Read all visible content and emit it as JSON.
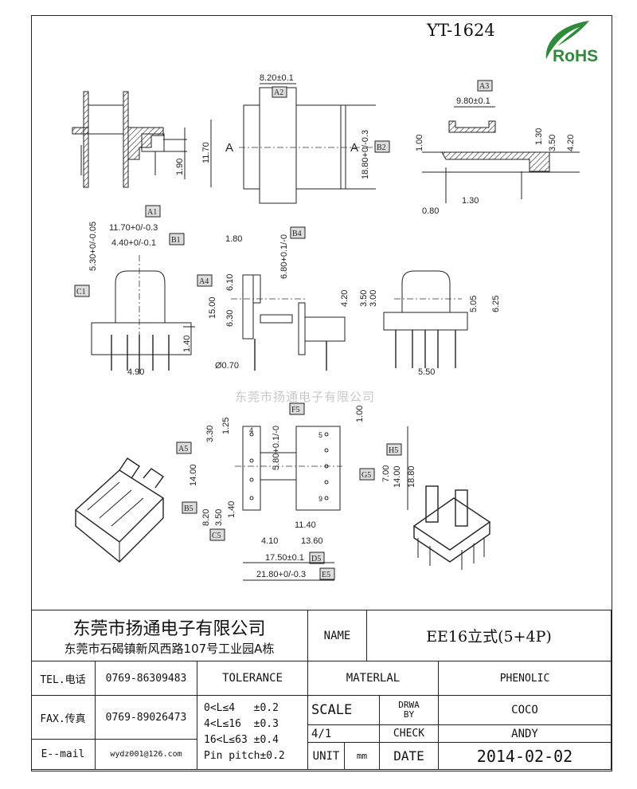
{
  "header": {
    "part_number": "YT-1624",
    "logo_text": "RoHS",
    "watermark": "东莞市扬通电子有限公司"
  },
  "drawing": {
    "view1": {
      "dim_h": "1.90"
    },
    "view2": {
      "width": "8.20±0.1",
      "tag": "A2",
      "height_inner": "11.70",
      "height_outer": "18.80+0/-0.3",
      "tag2": "B2",
      "section_left": "A",
      "section_right": "A"
    },
    "view3": {
      "tag": "A3",
      "width": "9.80±0.1",
      "d1": "1.00",
      "d2": "1.30",
      "d3": "3.50",
      "d4": "4.20",
      "d5": "1.30",
      "d6": "0.80"
    },
    "view4": {
      "tag": "A1",
      "width": "11.70+0/-0.3",
      "inner": "4.40+0/-0.1",
      "tag2": "B1",
      "height": "5.30+0/-0.05",
      "tag3": "C1",
      "pin_h": "1.40",
      "pin_pitch": "4.90"
    },
    "view5": {
      "d1": "1.80",
      "d2": "6.80+0.1/-0",
      "tag": "B4",
      "tag2": "A4",
      "d3": "15.00",
      "d4": "6.10",
      "d5": "6.30",
      "d6": "4.20",
      "pin_dia": "Ø0.70"
    },
    "view6": {
      "d1": "3.50",
      "d2": "3.00",
      "d3": "5.05",
      "d4": "6.25",
      "pitch": "5.50"
    },
    "view7": {
      "d1": "3.30",
      "d2": "1.25",
      "d3": "5.80+0.1/-0",
      "tag_f": "F5",
      "d4": "1.00",
      "tag_a": "A5",
      "d5": "14.00",
      "tag_h": "H5",
      "tag_g": "G5",
      "d6": "7.00",
      "d7": "14.00",
      "d8": "18.80",
      "tag_b": "B5",
      "d9": "8.20",
      "d10": "3.50",
      "d11": "1.40",
      "tag_c": "C5",
      "d12": "11.40",
      "d13": "4.10",
      "d14": "13.60",
      "d15": "17.50±0.1",
      "tag_d": "D5",
      "d16": "21.80+0/-0.3",
      "tag_e": "E5",
      "pin4": "4",
      "pin5": "5",
      "pin9": "9"
    }
  },
  "title_block": {
    "company": "东莞市扬通电子有限公司",
    "address": "东莞市石碣镇新风西路107号工业园A栋",
    "name_label": "NAME",
    "name_value": "EE16立式(5+4P)",
    "tel_label": "TEL.电话",
    "tel_value": "0769-86309483",
    "fax_label": "FAX.传真",
    "fax_value": "0769-89026473",
    "email_label": "E--mail",
    "email_value": "wydz001@126.com",
    "tolerance_label": "TOLERANCE",
    "tolerance_lines": [
      "0<L≤4   ±0.2",
      "4<L≤16  ±0.3",
      "16<L≤63 ±0.4",
      "Pin pitch±0.2"
    ],
    "material_label": "MATERLAL",
    "material_value": "PHENOLIC",
    "scale_label": "SCALE",
    "scale_value": "4/1",
    "drawn_by_label": "DRWA BY",
    "drawn_by_value": "COCO",
    "check_label": "CHECK",
    "check_value": "ANDY",
    "unit_label": "UNIT",
    "unit_value": "mm",
    "date_label": "DATE",
    "date_value": "2014-02-02"
  },
  "colors": {
    "logo_green": "#2e8b3a",
    "line": "#222222"
  }
}
